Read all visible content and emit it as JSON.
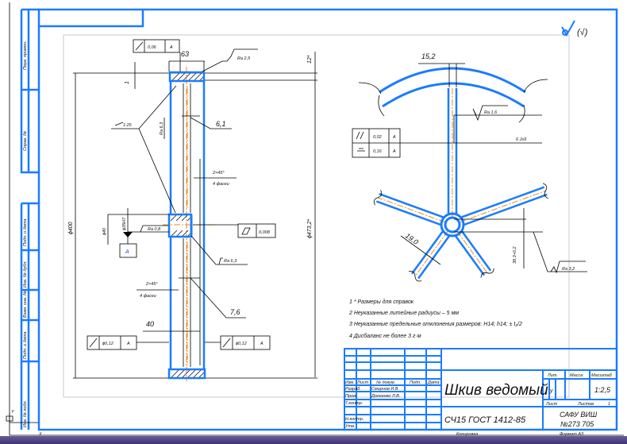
{
  "colors": {
    "frame": "#1a7cff",
    "centerline": "#f08a1c",
    "ink": "#000000",
    "taskbar": "#4d4282"
  },
  "side_stamps": [
    "Перв. примен.",
    "Справ. №",
    "Подп. и дата",
    "Инв. № дубл.",
    "Взам. инв. №",
    "Подп. и дата",
    "Инв. № подл."
  ],
  "roughness_default": "(√)",
  "ucs": {
    "x": "X",
    "y": "Y"
  },
  "left_view": {
    "runout_top": {
      "value": "0,06",
      "datum": "A"
    },
    "dim_63": "63",
    "dim_1": "1",
    "ra_top": "Ra 2,5",
    "taper": "1:25",
    "ra_web": "Ra 6,3",
    "dim_6_1": "6,1",
    "chamfer_top": {
      "size": "2×45°",
      "note": "4 фаски"
    },
    "dim_d40": "ϕ40",
    "dim_bore": "ϕ35H7",
    "datum": "A",
    "ra_bore": "Ra 0,8",
    "cylindricity": "0,008",
    "ra_hub": "Ra 6,3",
    "chamfer_bottom": {
      "size": "2×45°",
      "note": "4 фаски"
    },
    "dim_7_6": "7,6",
    "dim_40": "40",
    "runout_left": {
      "value": "ϕ0,12",
      "datum": "A"
    },
    "runout_right": {
      "value": "ϕ0,12",
      "datum": "A"
    },
    "dim_d400": "ϕ400",
    "dim_d473": "ϕ473,2*",
    "dim_12": "12*"
  },
  "right_view": {
    "dim_15_2": "15,2",
    "ra_key": "Ra 1,6",
    "parallelism": {
      "value": "0,02",
      "datum": "A"
    },
    "symmetry": {
      "value": "0,16",
      "datum": "A"
    },
    "key_width": "6 Js9",
    "spoke_dim": "19,0",
    "key_depth": "38,3+0,2",
    "ra_spoke": "Ra 3,2"
  },
  "notes": [
    "1  * Размеры для справок",
    "2  Неуказанные литейные радиусы – 5 мм",
    "3  Неуказанные предельные отклонения размеров: H14; h14; ± t₂/2",
    "4  Дисбаланс не более 3 г·м"
  ],
  "title_block": {
    "col_headers": [
      "Изм.",
      "Лист",
      "№ докум.",
      "Подп.",
      "Дата"
    ],
    "roles": [
      "Разраб.",
      "Пров.",
      "Т.контр.",
      "",
      "Н.контр.",
      "Утв."
    ],
    "names": [
      "Смирнов И.В.",
      "Долгенко Л.В."
    ],
    "title": "Шкив ведомый",
    "material": "СЧ15 ГОСТ 1412-85",
    "lit_label": "Лит.",
    "mass_label": "Масса",
    "scale_label": "Масштаб",
    "lit_value": "у",
    "scale": "1:2,5",
    "sheet_label": "Лист",
    "sheets_label": "Листов",
    "sheets": "1",
    "org_line1": "САФУ ВИШ",
    "org_line2": "№273 705",
    "copied": "Копировал",
    "format": "Формат   А3"
  }
}
